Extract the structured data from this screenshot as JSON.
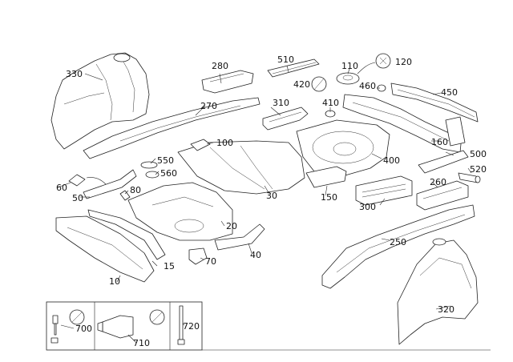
{
  "labels": {
    "p10": "10",
    "p15": "15",
    "p20": "20",
    "p30": "30",
    "p40": "40",
    "p50": "50",
    "p60": "60",
    "p70": "70",
    "p80": "80",
    "p100": "100",
    "p110": "110",
    "p120": "120",
    "p150": "150",
    "p160": "160",
    "p250": "250",
    "p260": "260",
    "p270": "270",
    "p280": "280",
    "p300": "300",
    "p310": "310",
    "p320": "320",
    "p330": "330",
    "p400": "400",
    "p410": "410",
    "p420": "420",
    "p450": "450",
    "p460": "460",
    "p500": "500",
    "p510": "510",
    "p520": "520",
    "p550": "550",
    "p560": "560",
    "p700": "700",
    "p710": "710",
    "p720": "720"
  }
}
